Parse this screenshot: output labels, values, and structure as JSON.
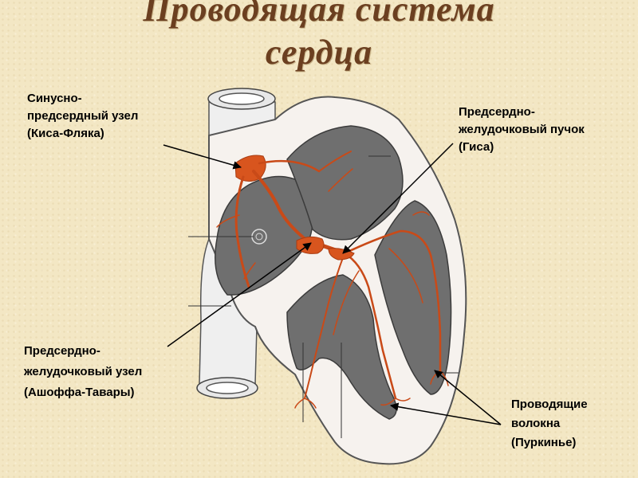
{
  "title": {
    "line1": "Проводящая система",
    "line2": "сердца"
  },
  "labels": {
    "sinoatrial": [
      "Синусно-",
      "предсердный узел",
      "(Киса-Фляка)"
    ],
    "bundle": [
      "Предсердно-",
      "желудочковый пучок",
      "(Гиса)"
    ],
    "av_node": [
      "Предсердно-",
      "желудочковый узел",
      "(Ашоффа-Тавары)"
    ],
    "purkinje": [
      "Проводящие",
      "волокна",
      "(Пуркинье)"
    ]
  },
  "colors": {
    "background": "#f3e7c4",
    "title": "#6b3f20",
    "conduction": "#d8551e",
    "cavity": "#6f6f6f",
    "vessel": "#eeeeee"
  }
}
